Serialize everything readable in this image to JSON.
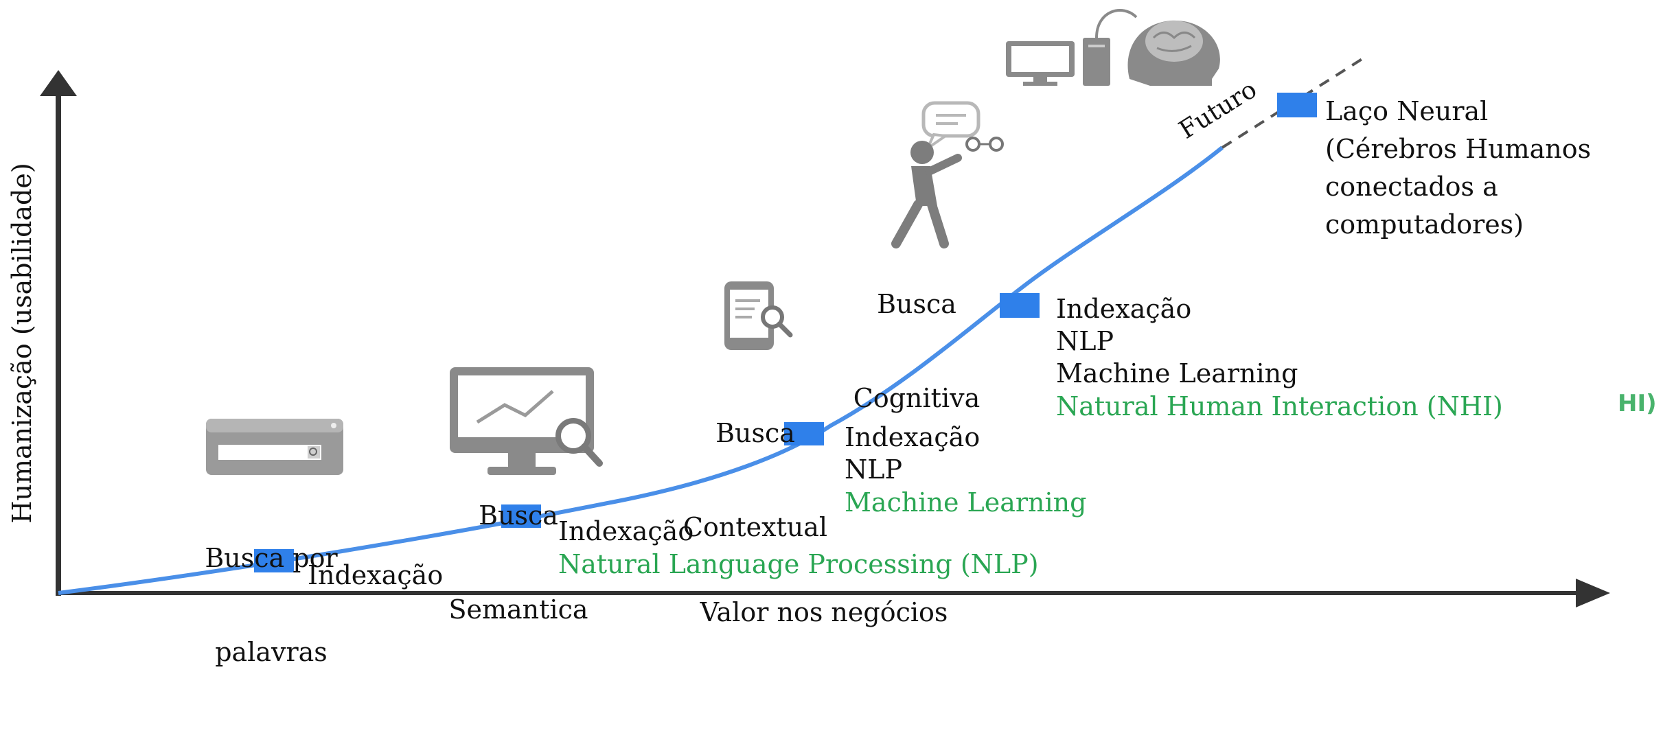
{
  "axes": {
    "y_label": "Humanização (usabilidade)",
    "x_label": "Valor nos negócios"
  },
  "future_label": "Futuro",
  "stages": [
    {
      "title": [
        "Busca por",
        "palavras"
      ],
      "techniques": [
        {
          "text": "Indexação",
          "color": "black"
        }
      ]
    },
    {
      "title": [
        "Busca",
        "Semantica"
      ],
      "techniques": [
        {
          "text": "Indexação",
          "color": "black"
        },
        {
          "text": "Natural Language Processing (NLP)",
          "color": "green"
        }
      ]
    },
    {
      "title": [
        "Busca",
        "Contextual"
      ],
      "techniques": [
        {
          "text": "Indexação",
          "color": "black"
        },
        {
          "text": "NLP",
          "color": "black"
        },
        {
          "text": "Machine Learning",
          "color": "green"
        }
      ]
    },
    {
      "title": [
        "Busca",
        "Cognitiva"
      ],
      "techniques": [
        {
          "text": "Indexação",
          "color": "black"
        },
        {
          "text": "NLP",
          "color": "black"
        },
        {
          "text": "Machine Learning",
          "color": "black"
        },
        {
          "text": "Natural Human Interaction (NHI)",
          "color": "green"
        }
      ]
    },
    {
      "title": [],
      "techniques": [
        {
          "text": "Laço Neural",
          "color": "black"
        },
        {
          "text": "(Cérebros Humanos",
          "color": "black"
        },
        {
          "text": "conectados a",
          "color": "black"
        },
        {
          "text": "computadores)",
          "color": "black"
        }
      ]
    }
  ],
  "edge_fragment": "HI)",
  "icons": [
    "search-box-icon",
    "monitor-search-icon",
    "mobile-search-icon",
    "person-speech-icon",
    "computer-brain-icon"
  ],
  "colors": {
    "curve": "#4a8fe8",
    "marker": "#2f80ea",
    "highlight": "#2aa653",
    "axis": "#333333",
    "icon": "#8a8a8a"
  }
}
